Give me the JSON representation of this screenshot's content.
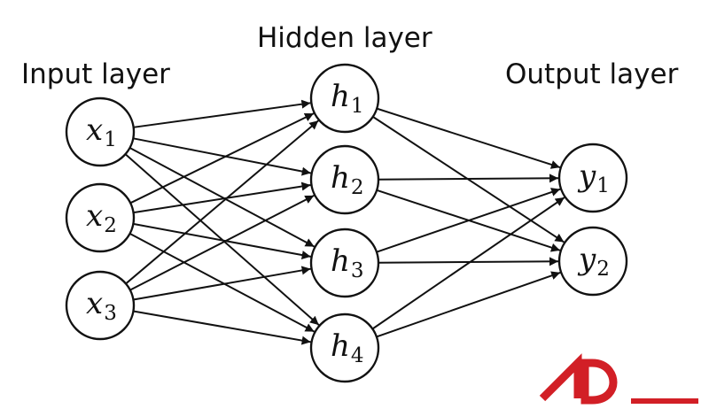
{
  "layers": [
    {
      "id": "input",
      "title": "Input layer",
      "nodes": [
        {
          "var": "x",
          "sub": "1"
        },
        {
          "var": "x",
          "sub": "2"
        },
        {
          "var": "x",
          "sub": "3"
        }
      ]
    },
    {
      "id": "hidden",
      "title": "Hidden layer",
      "nodes": [
        {
          "var": "h",
          "sub": "1"
        },
        {
          "var": "h",
          "sub": "2"
        },
        {
          "var": "h",
          "sub": "3"
        },
        {
          "var": "h",
          "sub": "4"
        }
      ]
    },
    {
      "id": "output",
      "title": "Output layer",
      "nodes": [
        {
          "var": "y",
          "sub": "1"
        },
        {
          "var": "y",
          "sub": "2"
        }
      ]
    }
  ],
  "connections": "fully-connected",
  "colors": {
    "ink": "#111111",
    "logo": "#d21f26"
  },
  "logo": {
    "text": "AD",
    "icon": "ad-logo-icon"
  }
}
